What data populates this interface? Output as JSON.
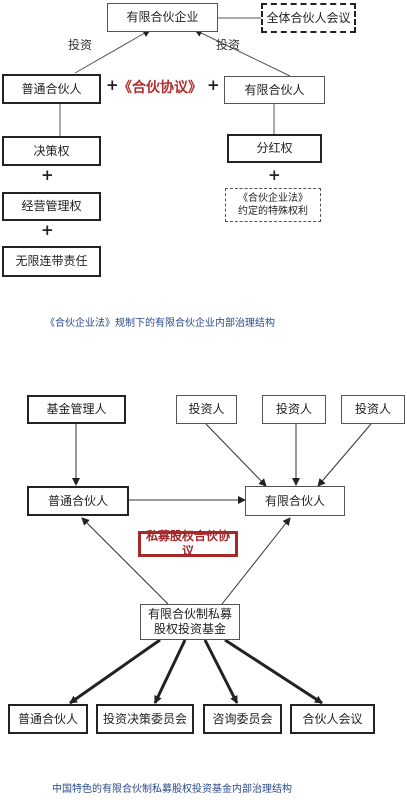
{
  "top": {
    "lp_enterprise": "有限合伙企业",
    "partners_meeting": "全体合伙人会议",
    "invest_left": "投资",
    "invest_right": "投资",
    "general_partner": "普通合伙人",
    "agreement": "《合伙协议》",
    "limited_partner": "有限合伙人",
    "plus": "+",
    "decision_right": "决策权",
    "management_right": "经营管理权",
    "unlimited_liability": "无限连带责任",
    "dividend_right": "分红权",
    "special_rights_line1": "《合伙企业法》",
    "special_rights_line2": "约定的特殊权利",
    "caption": "《合伙企业法》规制下的有限合伙企业内部治理结构"
  },
  "bottom": {
    "fund_manager": "基金管理人",
    "investor": "投资人",
    "general_partner": "普通合伙人",
    "limited_partner": "有限合伙人",
    "agreement": "私募股权合伙协议",
    "fund_line1": "有限合伙制私募",
    "fund_line2": "股权投资基金",
    "gp": "普通合伙人",
    "investment_committee": "投资决策委员会",
    "advisory_committee": "咨询委员会",
    "partners_meeting": "合伙人会议",
    "caption": "中国特色的有限合伙制私募股权投资基金内部治理结构"
  }
}
